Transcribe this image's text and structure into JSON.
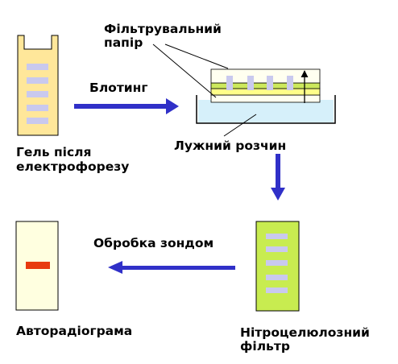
{
  "labels": {
    "filter_paper_line1": "Фільтрувальний",
    "filter_paper_line2": "папір",
    "blotting": "Блотинг",
    "gel_line1": "Гель після",
    "gel_line2": "електрофорезу",
    "alkaline_solution": "Лужний розчин",
    "probe_treatment": "Обробка зондом",
    "autoradiogram": "Авторадіограма",
    "nitrocellulose_line1": "Нітроцелюлозний",
    "nitrocellulose_line2": "фільтр"
  },
  "colors": {
    "gel_fill": "#FFE79A",
    "gel_band": "#C9C9EE",
    "arrow_blue": "#3030C8",
    "solution_fill": "#D6F0FA",
    "tray_outline": "#000000",
    "filter_paper": "#FFFFF0",
    "yellow_layer": "#FFFF88",
    "green_layer": "#CCE85C",
    "nitrocellulose_fill": "#C8EC50",
    "autorad_fill": "#FFFFE0",
    "autorad_band": "#E83A10"
  }
}
